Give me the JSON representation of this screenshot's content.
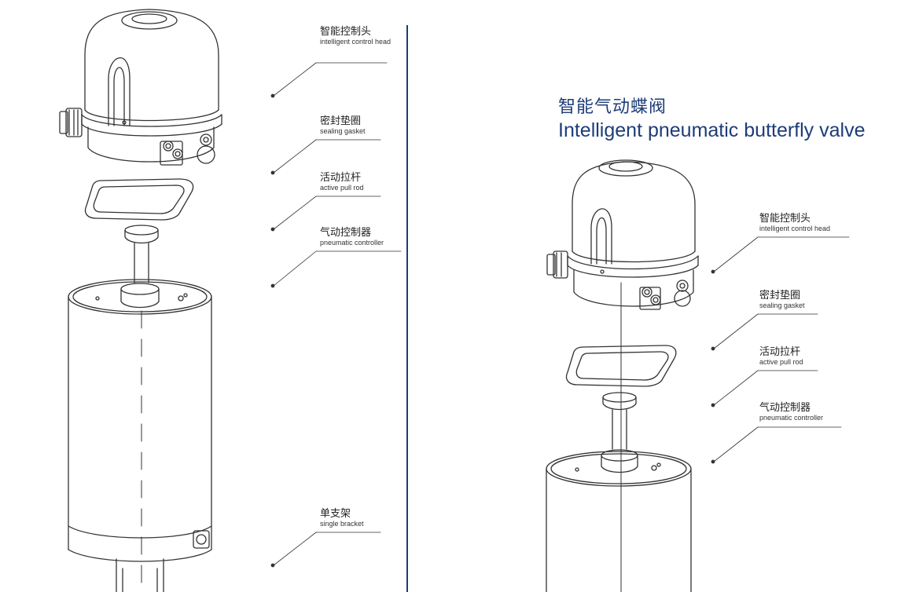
{
  "title": {
    "zh": "智能气动蝶阀",
    "en": "Intelligent pneumatic butterfly valve"
  },
  "left_labels": [
    {
      "zh": "智能控制头",
      "en": "intelligent control head"
    },
    {
      "zh": "密封垫圈",
      "en": "sealing gasket"
    },
    {
      "zh": "活动拉杆",
      "en": "active pull rod"
    },
    {
      "zh": "气动控制器",
      "en": "pneumatic controller"
    },
    {
      "zh": "单支架",
      "en": "single bracket"
    }
  ],
  "right_labels": [
    {
      "zh": "智能控制头",
      "en": "intelligent control head"
    },
    {
      "zh": "密封垫圈",
      "en": "sealing gasket"
    },
    {
      "zh": "活动拉杆",
      "en": "active pull rod"
    },
    {
      "zh": "气动控制器",
      "en": "pneumatic controller"
    }
  ],
  "colors": {
    "title": "#1d3d78",
    "divider": "#1e3b73",
    "line": "#333333"
  }
}
